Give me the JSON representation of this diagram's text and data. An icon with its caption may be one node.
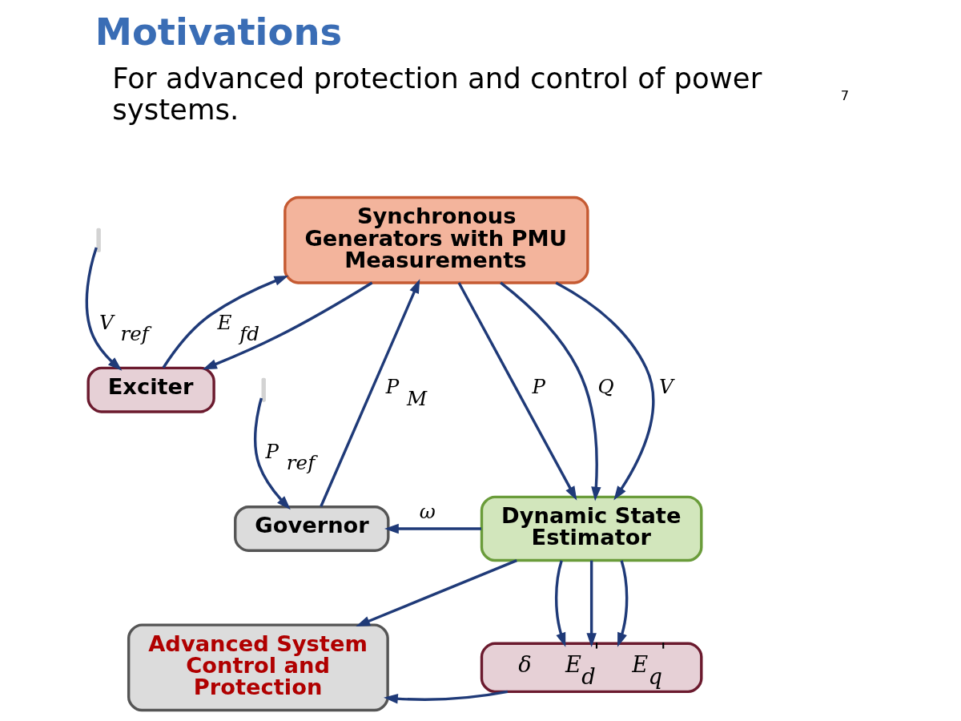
{
  "diagram": {
    "title": "Motivations",
    "nodes": [
      {
        "text": [
          "Synchronous Generators with PMU Measurements"
        ]
      },
      {
        "text": [
          "Exciter"
        ]
      },
      {
        "text": [
          "Governor"
        ]
      },
      {
        "text": [
          "Dynamic State Estimator"
        ]
      },
      {
        "text": [
          "Advanced System Control and Protection"
        ]
      },
      {
        "text": [
          "δ E$_{d}$$^{'}$ E$_{q}$$^{'}$"
        ]
      }
    ],
    "edges": [
      {
        "from": 2,
        "to": 0,
        "arrow": "to",
        "label": "P$_{M}$"
      },
      {
        "from": 1,
        "to": 0,
        "arrow": "to",
        "label": "E$_{fd}$"
      },
      {
        "from": 0,
        "to": 3,
        "arrow": "to",
        "label": "P"
      },
      {
        "from": 0,
        "to": 3,
        "arrow": "to",
        "label": "Q"
      },
      {
        "from": 0,
        "to": 3,
        "arrow": "to",
        "label": "V"
      },
      {
        "from": 0,
        "to": 1,
        "arrow": "to"
      },
      {
        "from": null,
        "to": 1,
        "arrow": "to",
        "label": "V$_{ref}$"
      },
      {
        "from": null,
        "to": 2,
        "arrow": "to",
        "label": "P$_{ref}$"
      },
      {
        "from": 3,
        "to": 2,
        "arrow": "to",
        "label": "ω"
      },
      {
        "from": 3,
        "to": 4,
        "arrow": "to"
      },
      {
        "from": 3,
        "to": 5,
        "arrow": "to"
      },
      {
        "from": 3,
        "to": 5,
        "arrow": "to"
      },
      {
        "from": 3,
        "to": 5,
        "arrow": "to"
      },
      {
        "from": 5,
        "to": 4,
        "arrow": "to"
      }
    ],
    "labels": [
      "For advanced protection and control of power systems.",
      "7"
    ]
  }
}
